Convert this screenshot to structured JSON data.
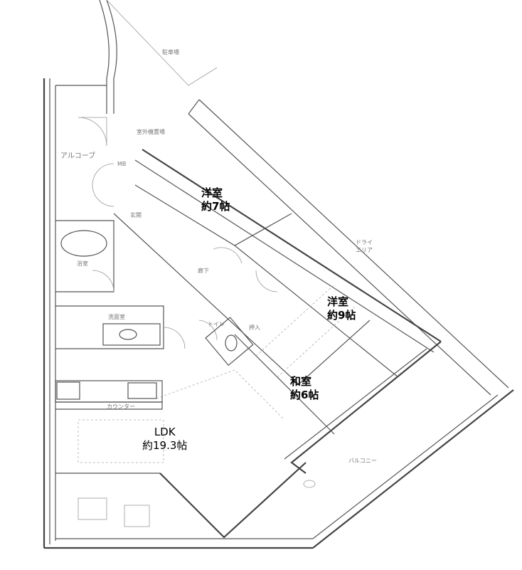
{
  "rooms": {
    "western_7": {
      "name": "洋室",
      "size": "約7帖"
    },
    "western_9": {
      "name": "洋室",
      "size": "約9帖"
    },
    "japanese": {
      "name": "和室",
      "size": "約6帖"
    },
    "ldk": {
      "name": "LDK",
      "size": "約19.3帖"
    }
  },
  "small_labels": {
    "parking": "駐車場",
    "alcove": "アルコーブ",
    "entrance": "玄関",
    "bath": "浴室",
    "washroom": "洗面室",
    "hallway": "廊下",
    "toilet": "トイレ",
    "closet": "押入",
    "dry_area": "ドライエリア",
    "balcony": "バルコニー",
    "counter": "カウンター",
    "outdoor_unit": "室外機置場",
    "meter": "MB"
  }
}
